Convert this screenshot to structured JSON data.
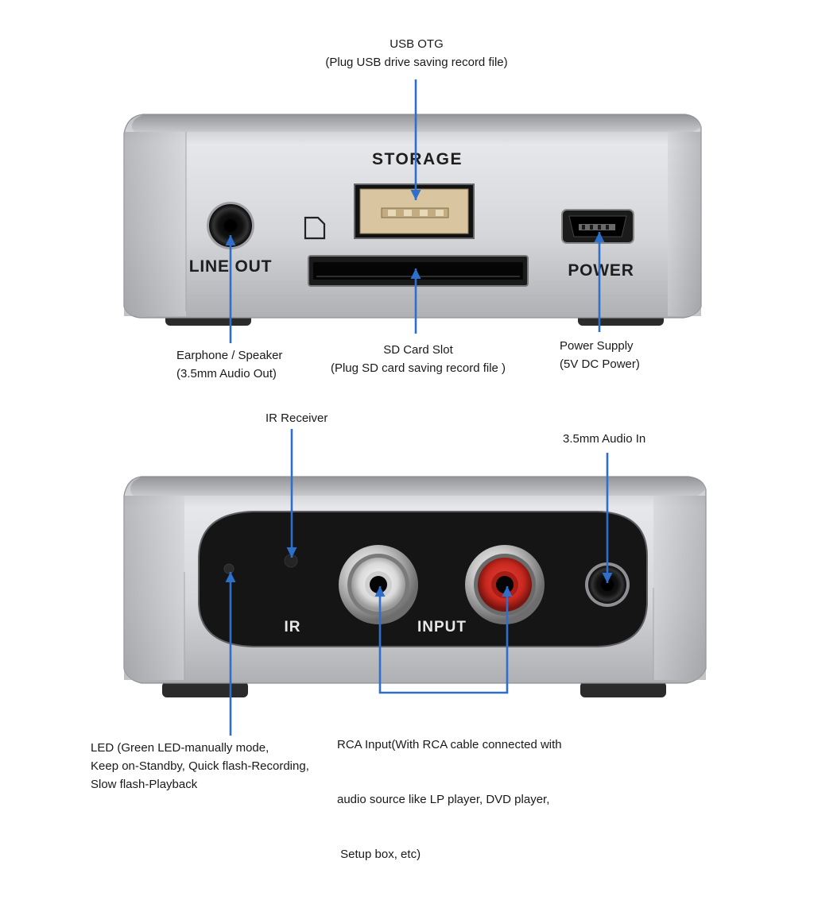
{
  "colors": {
    "arrow": "#2f6fcc",
    "body_silver": "#c9cbcf",
    "panel_black": "#141414",
    "rca_red": "#c8281e",
    "rca_white": "#eeeeee"
  },
  "top_device": {
    "storage_label": "STORAGE",
    "line_out_label": "LINE OUT",
    "power_label": "POWER"
  },
  "bottom_device": {
    "ir_label": "IR",
    "input_label": "INPUT"
  },
  "callouts": {
    "usb_otg": {
      "title": "USB OTG",
      "desc": "(Plug USB drive saving record file)"
    },
    "earphone": {
      "title": "Earphone / Speaker",
      "desc": "(3.5mm Audio Out)"
    },
    "sd_card": {
      "title": "SD Card Slot",
      "desc": "(Plug SD card saving record file )"
    },
    "power_supply": {
      "title": "Power Supply",
      "desc": "(5V DC Power)"
    },
    "ir_receiver": {
      "title": "IR Receiver"
    },
    "audio_in": {
      "title": "3.5mm Audio In"
    },
    "rca_input": {
      "line1": "RCA Input(With RCA cable connected with",
      "line2": "audio source like LP player, DVD player,",
      "line3": " Setup box, etc)"
    },
    "led": {
      "line1": "LED (Green LED-manually mode,",
      "line2": "Keep on-Standby, Quick flash-Recording,",
      "line3": "Slow flash-Playback"
    }
  }
}
